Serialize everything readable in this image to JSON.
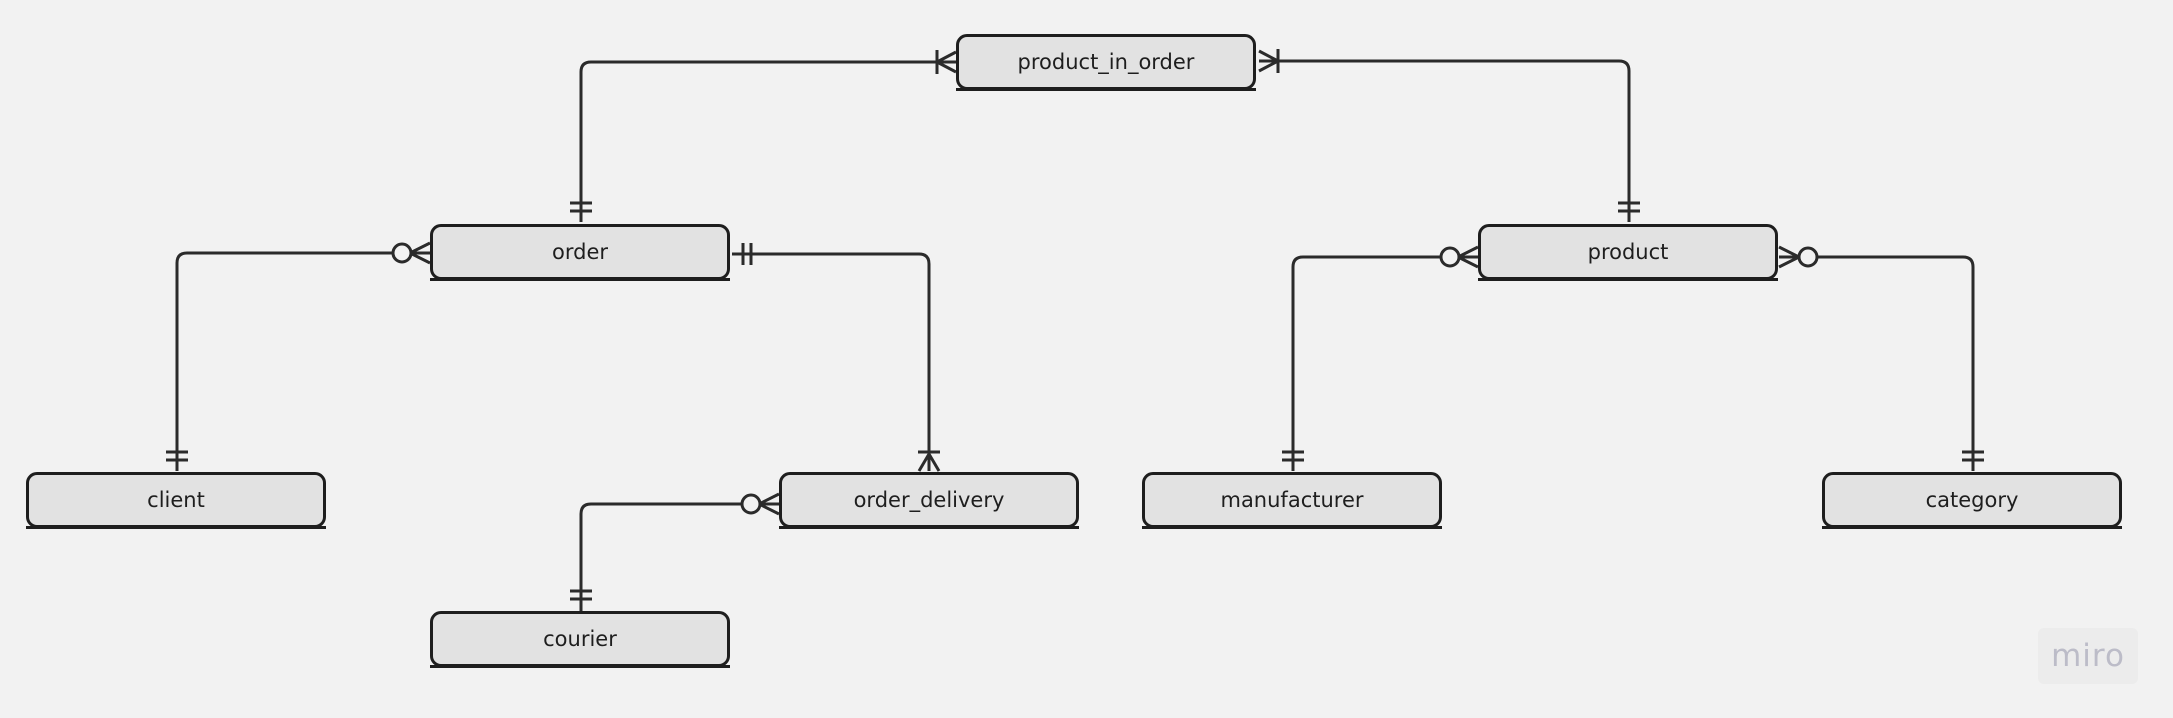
{
  "entities": {
    "product_in_order": "product_in_order",
    "order": "order",
    "product": "product",
    "client": "client",
    "order_delivery": "order_delivery",
    "manufacturer": "manufacturer",
    "category": "category",
    "courier": "courier"
  },
  "relationships": [
    {
      "from": "order",
      "from_end": "one-and-only-one",
      "to": "product_in_order",
      "to_end": "one-or-many"
    },
    {
      "from": "product",
      "from_end": "one-and-only-one",
      "to": "product_in_order",
      "to_end": "one-or-many"
    },
    {
      "from": "client",
      "from_end": "one-and-only-one",
      "to": "order",
      "to_end": "zero-or-many"
    },
    {
      "from": "order",
      "from_end": "one-and-only-one",
      "to": "order_delivery",
      "to_end": "one-or-many"
    },
    {
      "from": "courier",
      "from_end": "one-and-only-one",
      "to": "order_delivery",
      "to_end": "zero-or-many"
    },
    {
      "from": "manufacturer",
      "from_end": "one-and-only-one",
      "to": "product",
      "to_end": "zero-or-many"
    },
    {
      "from": "category",
      "from_end": "one-and-only-one",
      "to": "product",
      "to_end": "zero-or-many"
    }
  ],
  "colors": {
    "background": "#f2f2f2",
    "entity_fill": "#e2e2e2",
    "stroke": "#1e1e1e",
    "watermark": "#bcbcc8"
  },
  "watermark": "miro"
}
